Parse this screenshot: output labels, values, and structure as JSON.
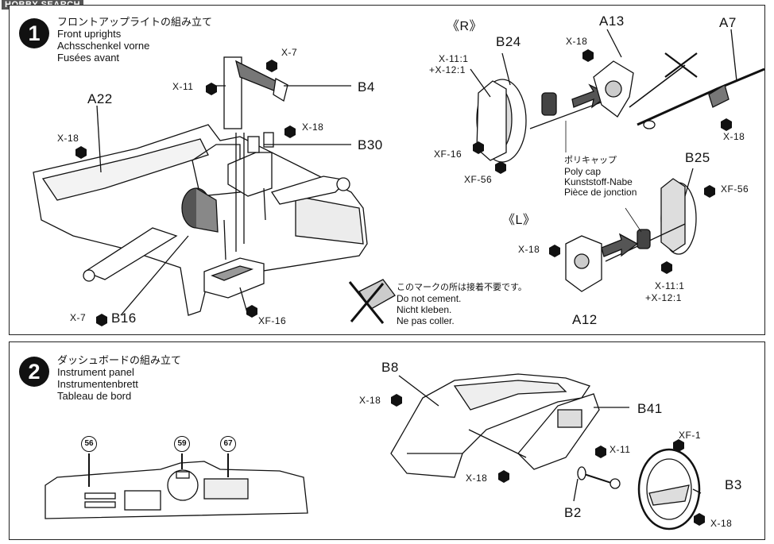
{
  "watermark": "HOBBY SEARCH",
  "step1": {
    "number": "1",
    "title_jp": "フロントアップライトの組み立て",
    "title_en": "Front uprights",
    "title_de": "Achsschenkel vorne",
    "title_fr": "Fusées avant",
    "labels": {
      "a22": "A22",
      "x18_a": "X-18",
      "x7_top": "X-7",
      "x11_top": "X-11",
      "b4": "B4",
      "x18_b": "X-18",
      "b30": "B30",
      "x7_bot": "X-7",
      "b16": "B16",
      "xf16_bot": "XF-16",
      "r_marker": "《R》",
      "b24": "B24",
      "x11_1": "X-11:1",
      "x12_1": "+X-12:1",
      "xf16_r": "XF-16",
      "xf56_r": "XF-56",
      "x18_c": "X-18",
      "a13": "A13",
      "a7": "A7",
      "x18_d": "X-18",
      "b25": "B25",
      "xf56_b25": "XF-56",
      "l_marker": "《L》",
      "x18_e": "X-18",
      "a12": "A12",
      "x11_1b": "X-11:1",
      "x12_1b": "+X-12:1"
    },
    "polycap": {
      "jp": "ポリキャップ",
      "en": "Poly cap",
      "de": "Kunststoff-Nabe",
      "fr": "Pièce de jonction"
    },
    "cement_note": {
      "jp": "このマークの所は接着不要です。",
      "en": "Do not cement.",
      "de": "Nicht kleben.",
      "fr": "Ne pas coller."
    }
  },
  "step2": {
    "number": "2",
    "title_jp": "ダッシュボードの組み立て",
    "title_en": "Instrument panel",
    "title_de": "Instrumentenbrett",
    "title_fr": "Tableau de bord",
    "decals": [
      "56",
      "59",
      "67"
    ],
    "labels": {
      "b8": "B8",
      "x18_a": "X-18",
      "b41": "B41",
      "x11": "X-11",
      "xf1": "XF-1",
      "x18_b": "X-18",
      "b3": "B3",
      "b2": "B2",
      "x18_c": "X-18"
    }
  }
}
